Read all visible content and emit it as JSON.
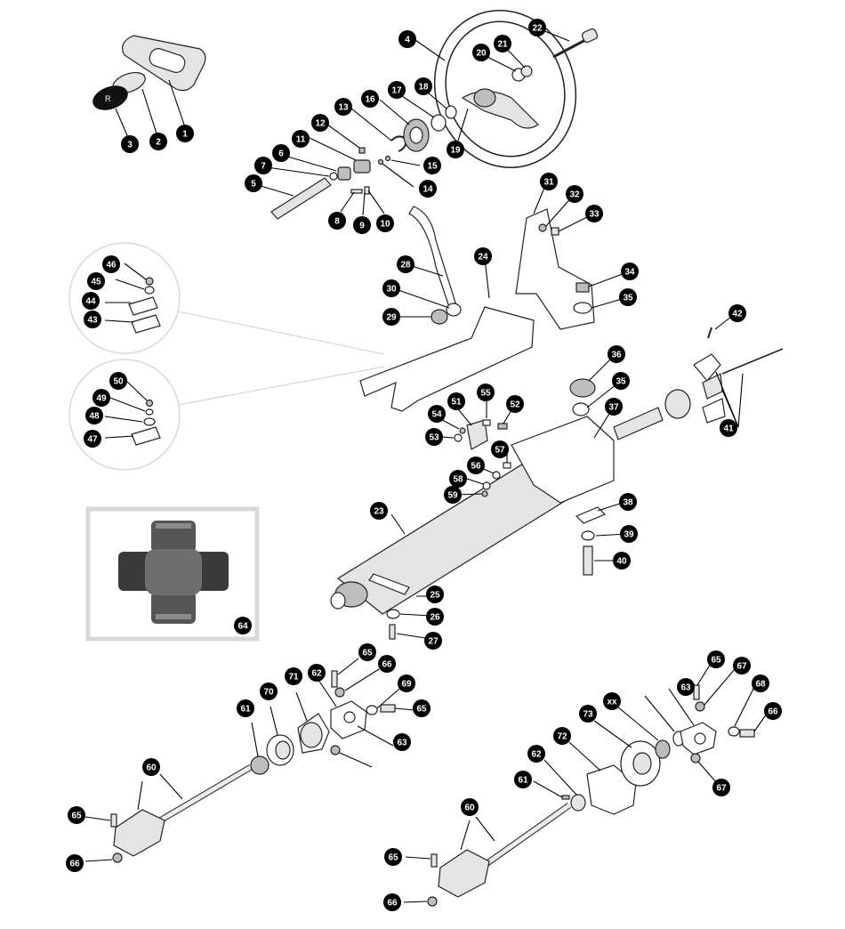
{
  "colors": {
    "callout": "#000000",
    "callout_text": "#ffffff",
    "line": "#222222",
    "inset_border": "#d8d8d8",
    "faint_line": "#cfcfcf"
  },
  "callouts": [
    "1",
    "2",
    "3",
    "4",
    "5",
    "6",
    "7",
    "8",
    "9",
    "10",
    "11",
    "12",
    "13",
    "14",
    "15",
    "16",
    "17",
    "18",
    "19",
    "20",
    "21",
    "22",
    "23",
    "24",
    "25",
    "26",
    "27",
    "28",
    "29",
    "30",
    "31",
    "32",
    "33",
    "34",
    "35",
    "35",
    "36",
    "37",
    "38",
    "39",
    "40",
    "41",
    "42",
    "43",
    "44",
    "45",
    "46",
    "47",
    "48",
    "49",
    "50",
    "51",
    "52",
    "53",
    "54",
    "55",
    "56",
    "57",
    "58",
    "59",
    "60",
    "60",
    "61",
    "61",
    "62",
    "62",
    "63",
    "63",
    "64",
    "65",
    "65",
    "65",
    "65",
    "65",
    "66",
    "66",
    "66",
    "66",
    "67",
    "67",
    "68",
    "69",
    "70",
    "71",
    "72",
    "73",
    "xx"
  ],
  "inset_photo_icon": "universal-joint-spider-photo"
}
